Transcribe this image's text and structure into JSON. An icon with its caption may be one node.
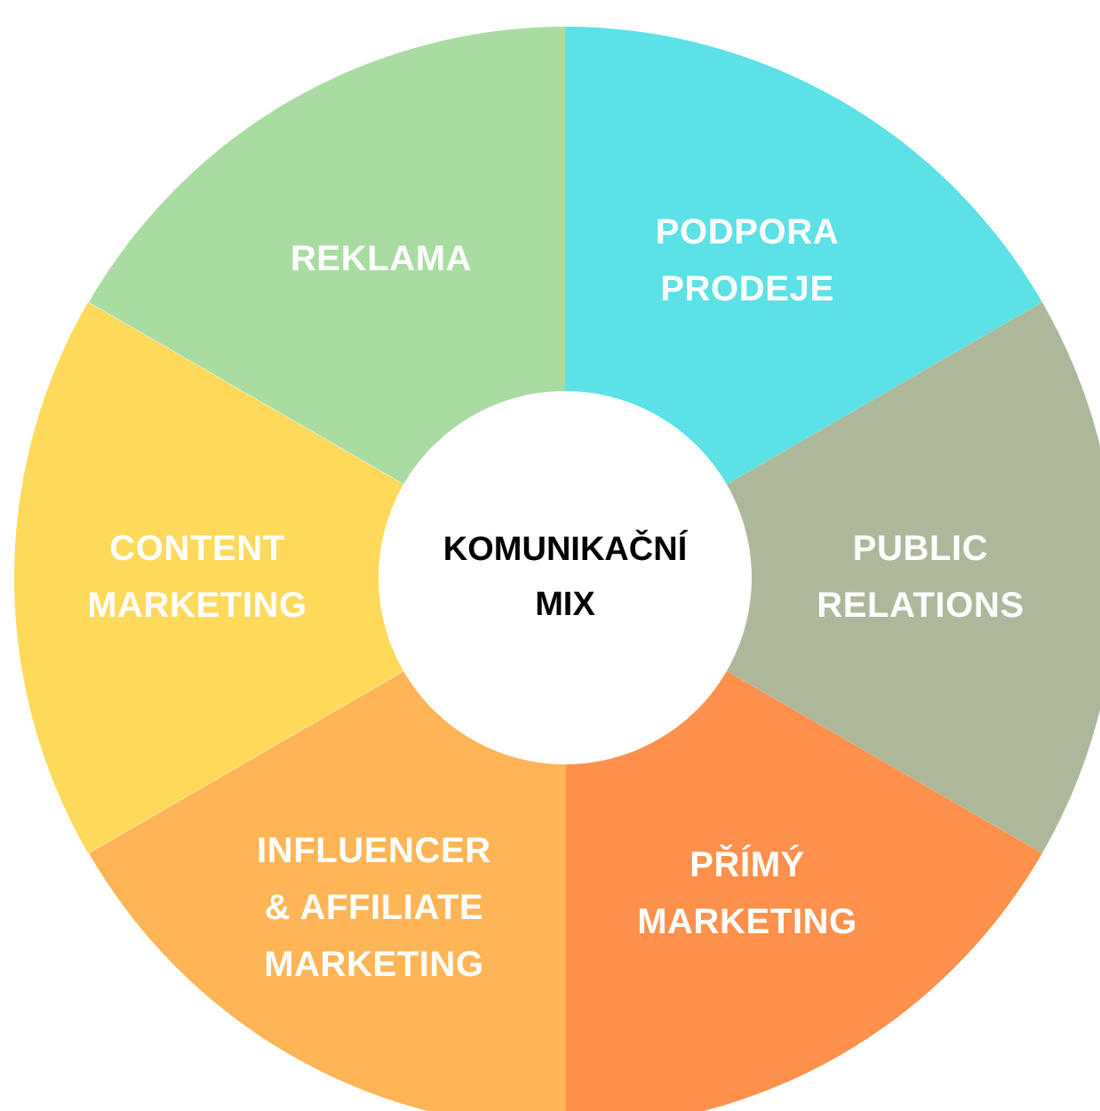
{
  "diagram": {
    "nodes": [
      {
        "text": [
          "REKLAMA"
        ]
      },
      {
        "text": [
          "PODPORA PRODEJE"
        ]
      },
      {
        "text": [
          "PUBLIC RELATIONS"
        ]
      },
      {
        "text": [
          "PŘÍMÝ MARKETING"
        ]
      },
      {
        "text": [
          "INFLUENCER & AFFILIATE MARKETING"
        ]
      },
      {
        "text": [
          "CONTENT MARKETING"
        ]
      },
      {
        "text": [
          "KOMUNIKAČNÍ MIX"
        ]
      }
    ]
  }
}
